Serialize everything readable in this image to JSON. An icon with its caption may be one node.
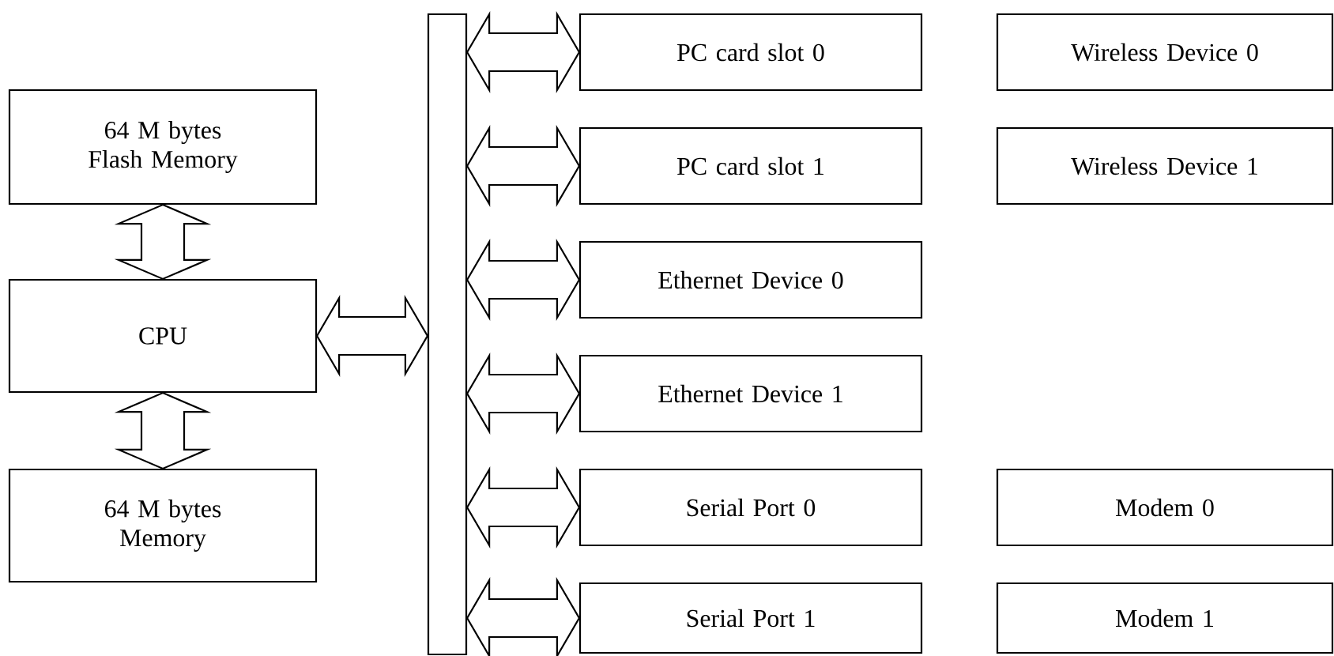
{
  "diagram": {
    "nodes": [
      {
        "text": [
          "64 M bytes Flash Memory"
        ]
      },
      {
        "text": [
          "CPU"
        ]
      },
      {
        "text": [
          "64 M bytes Memory"
        ]
      },
      {
        "text": [],
        "shape": "bar"
      },
      {
        "text": [
          "PC card slot 0"
        ]
      },
      {
        "text": [
          "PC card slot 1"
        ]
      },
      {
        "text": [
          "Ethernet Device 0"
        ]
      },
      {
        "text": [
          "Ethernet Device 1"
        ]
      },
      {
        "text": [
          "Serial Port 0"
        ]
      },
      {
        "text": [
          "Serial Port 1"
        ]
      },
      {
        "text": [
          "Wireless Device 0"
        ]
      },
      {
        "text": [
          "Wireless Device 1"
        ]
      },
      {
        "text": [
          "Modem 0"
        ]
      },
      {
        "text": [
          "Modem 1"
        ]
      }
    ],
    "edges": [
      {
        "from": 0,
        "to": 1,
        "arrow": "both"
      },
      {
        "from": 1,
        "to": 2,
        "arrow": "both"
      },
      {
        "from": 1,
        "to": 3,
        "arrow": "both"
      },
      {
        "from": 3,
        "to": 4,
        "arrow": "both"
      },
      {
        "from": 3,
        "to": 5,
        "arrow": "both"
      },
      {
        "from": 3,
        "to": 6,
        "arrow": "both"
      },
      {
        "from": 3,
        "to": 7,
        "arrow": "both"
      },
      {
        "from": 3,
        "to": 8,
        "arrow": "both"
      },
      {
        "from": 3,
        "to": 9,
        "arrow": "both"
      }
    ]
  }
}
